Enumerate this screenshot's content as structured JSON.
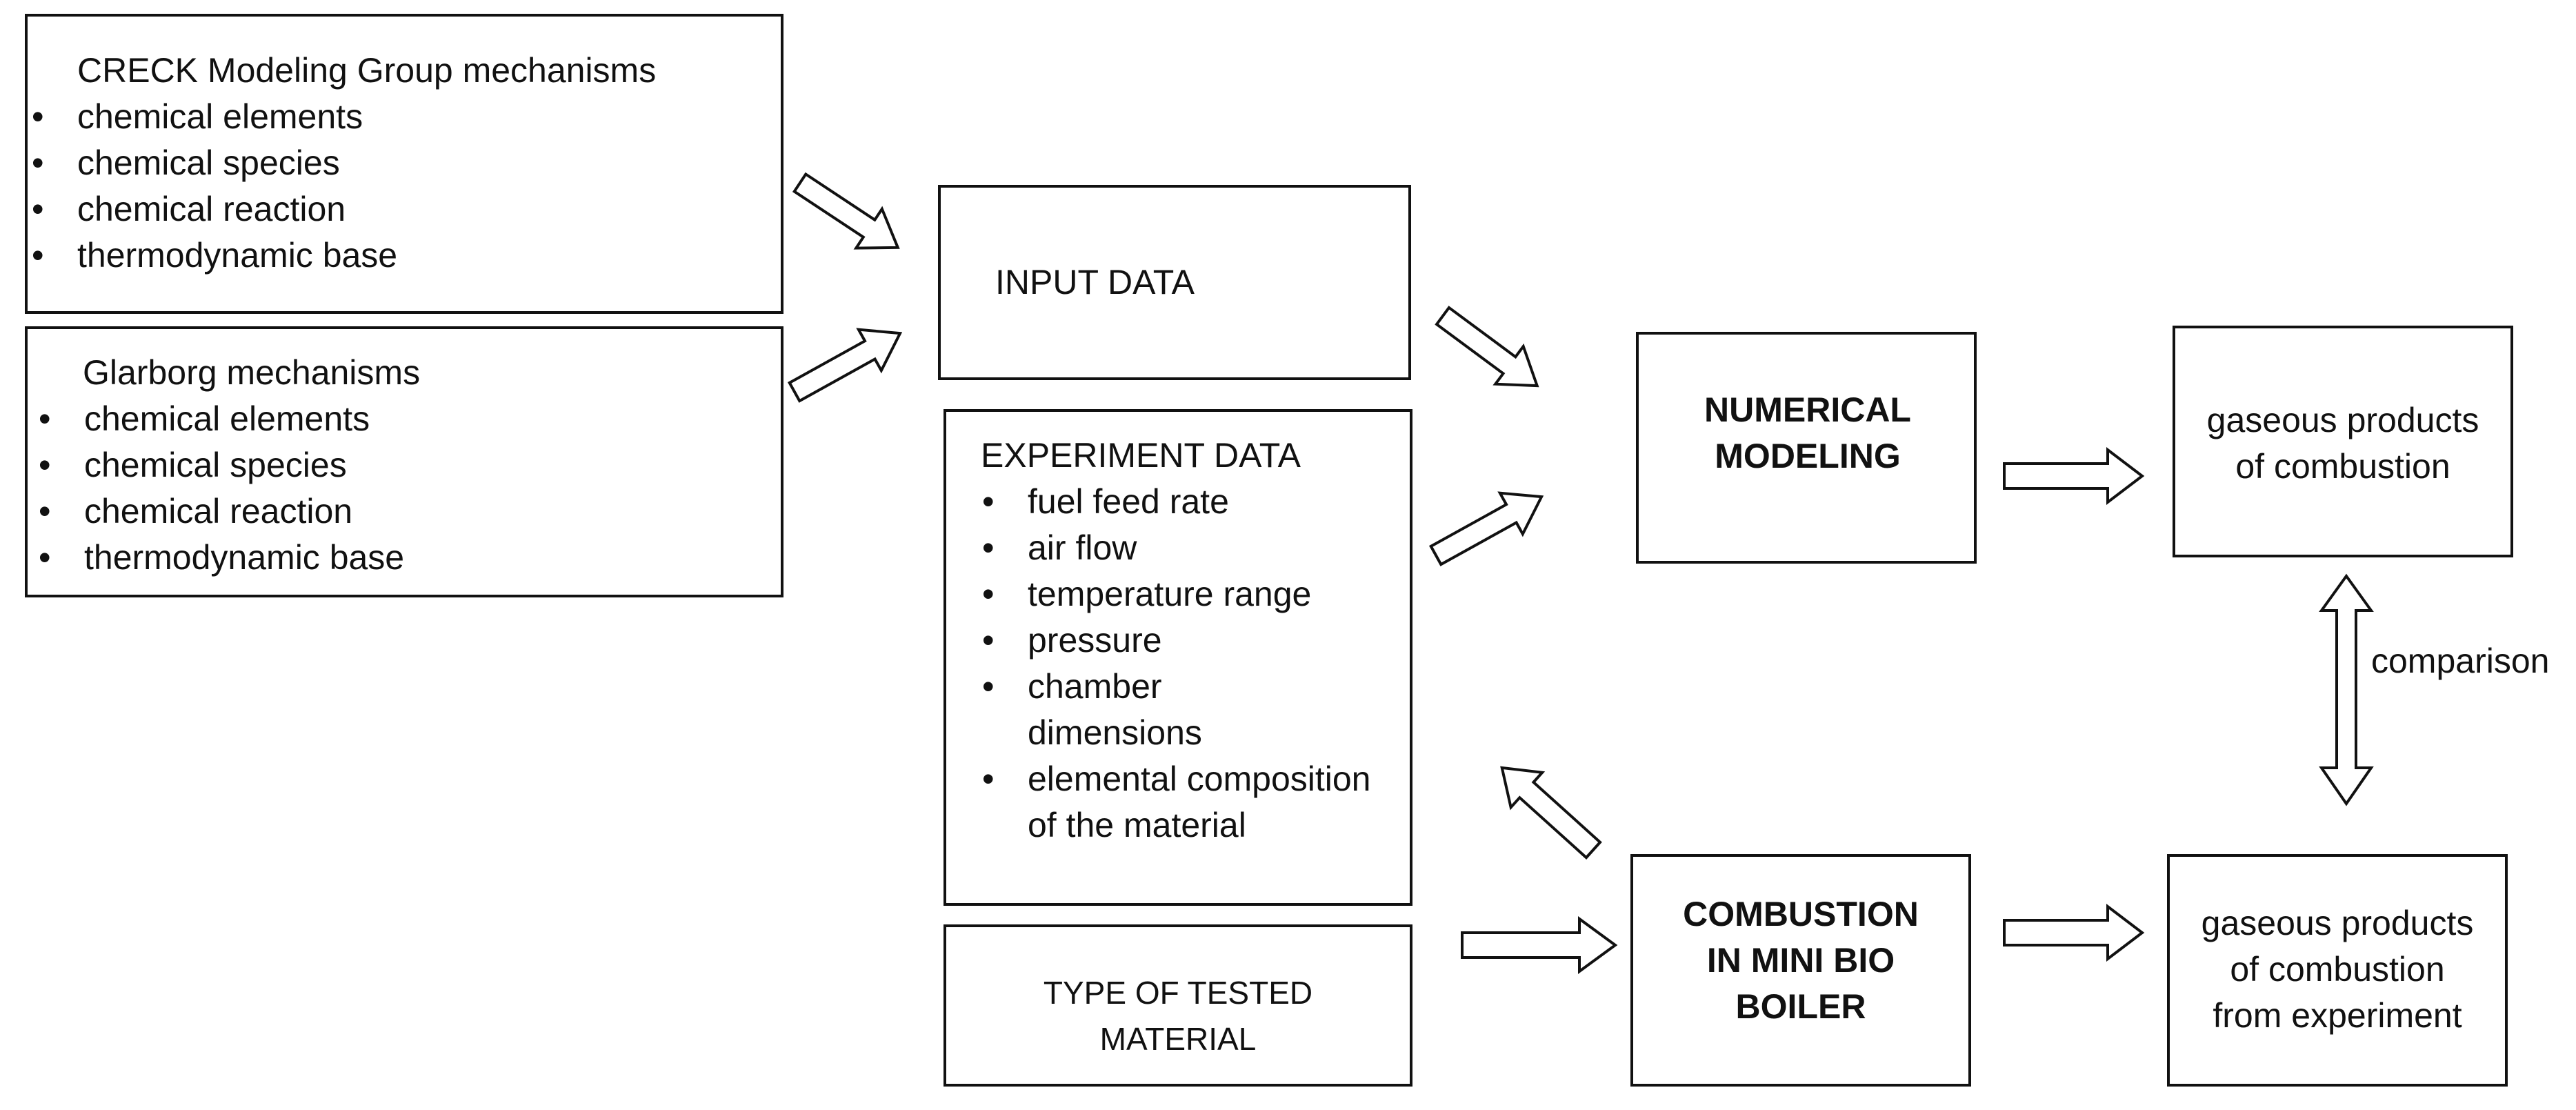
{
  "creck": {
    "title": "CRECK Modeling Group mechanisms",
    "items": [
      "chemical elements",
      "chemical species",
      "chemical reaction",
      "thermodynamic  base"
    ]
  },
  "glarborg": {
    "title": "Glarborg mechanisms",
    "items": [
      "chemical elements",
      "chemical species",
      "chemical reaction",
      "thermodynamic  base"
    ]
  },
  "input_data": {
    "label": "INPUT DATA"
  },
  "experiment_data": {
    "title": "EXPERIMENT DATA",
    "items": [
      "fuel feed rate",
      "air flow",
      "temperature range",
      "pressure",
      "chamber dimensions",
      "elemental composition of the material"
    ]
  },
  "tested_material": {
    "line1": "TYPE OF TESTED",
    "line2": "MATERIAL"
  },
  "numerical_modeling": {
    "line1": "NUMERICAL",
    "line2": "MODELING"
  },
  "combustion_boiler": {
    "line1": "COMBUSTION",
    "line2": "IN MINI BIO",
    "line3": "BOILER"
  },
  "gaseous_model": {
    "line1": "gaseous products",
    "line2": "of combustion"
  },
  "gaseous_experiment": {
    "line1": "gaseous products",
    "line2": "of combustion",
    "line3": "from experiment"
  },
  "comparison": {
    "label": "comparison"
  }
}
